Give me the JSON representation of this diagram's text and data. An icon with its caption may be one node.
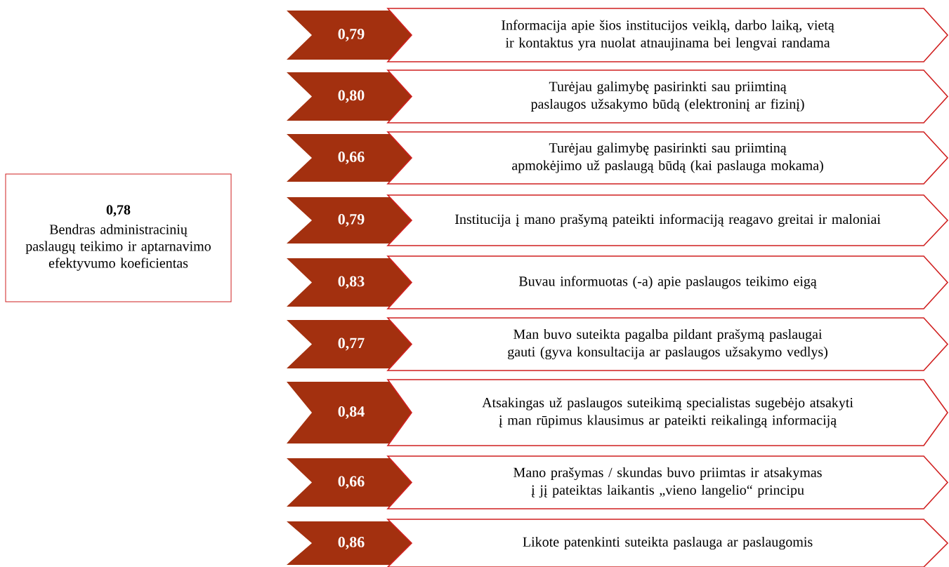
{
  "diagram": {
    "nodes": [
      {
        "text": [
          "0,78",
          "Bendras administracinių paslaugų teikimo ir aptarnavimo efektyvumo koeficientas"
        ]
      },
      {
        "text": [
          "0,79"
        ]
      },
      {
        "text": [
          "Informacija apie šios institucijos veiklą, darbo laiką, vietą ir kontaktus yra nuolat atnaujinama bei lengvai randama"
        ]
      },
      {
        "text": [
          "0,80"
        ]
      },
      {
        "text": [
          "Turėjau galimybę pasirinkti sau priimtiną paslaugos užsakymo būdą (elektroninį ar fizinį)"
        ]
      },
      {
        "text": [
          "0,66"
        ]
      },
      {
        "text": [
          "Turėjau galimybę pasirinkti sau priimtiną apmokėjimo už paslaugą būdą (kai paslauga mokama)"
        ]
      },
      {
        "text": [
          "0,79"
        ]
      },
      {
        "text": [
          "Institucija į mano prašymą pateikti informaciją reagavo greitai ir maloniai"
        ]
      },
      {
        "text": [
          "0,83"
        ]
      },
      {
        "text": [
          "Buvau informuotas (-a) apie paslaugos teikimo eigą"
        ]
      },
      {
        "text": [
          "0,77"
        ]
      },
      {
        "text": [
          "Man buvo suteikta pagalba pildant prašymą paslaugai gauti (gyva konsultacija ar paslaugos užsakymo vedlys)"
        ]
      },
      {
        "text": [
          "0,84"
        ]
      },
      {
        "text": [
          "Atsakingas už paslaugos suteikimą specialistas sugebėjo atsakyti į man rūpimus klausimus ar pateikti reikalingą informaciją"
        ]
      },
      {
        "text": [
          "0,66"
        ]
      },
      {
        "text": [
          "Mano prašymas / skundas buvo priimtas ir atsakymas į jį pateiktas laikantis „vieno langelio“ principu"
        ]
      },
      {
        "text": [
          "0,86"
        ]
      },
      {
        "text": [
          "Likote patenkinti suteikta paslauga ar paslaugomis"
        ]
      }
    ]
  }
}
